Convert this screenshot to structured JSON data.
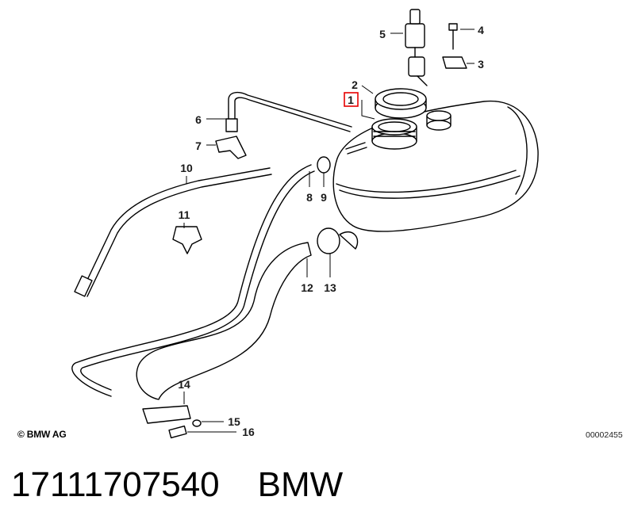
{
  "callouts": [
    {
      "id": "1",
      "label": "1",
      "highlighted": true
    },
    {
      "id": "2",
      "label": "2"
    },
    {
      "id": "3",
      "label": "3"
    },
    {
      "id": "4",
      "label": "4"
    },
    {
      "id": "5",
      "label": "5"
    },
    {
      "id": "6",
      "label": "6"
    },
    {
      "id": "7",
      "label": "7"
    },
    {
      "id": "8",
      "label": "8"
    },
    {
      "id": "9",
      "label": "9"
    },
    {
      "id": "10",
      "label": "10"
    },
    {
      "id": "11",
      "label": "11"
    },
    {
      "id": "12",
      "label": "12"
    },
    {
      "id": "13",
      "label": "13"
    },
    {
      "id": "14",
      "label": "14"
    },
    {
      "id": "15",
      "label": "15"
    },
    {
      "id": "16",
      "label": "16"
    }
  ],
  "copyright": "© BMW AG",
  "diagram_ref": "00002455",
  "footer": {
    "part_number": "17111707540",
    "brand": "BMW"
  },
  "colors": {
    "highlight": "#e60000",
    "ink": "#000000"
  }
}
